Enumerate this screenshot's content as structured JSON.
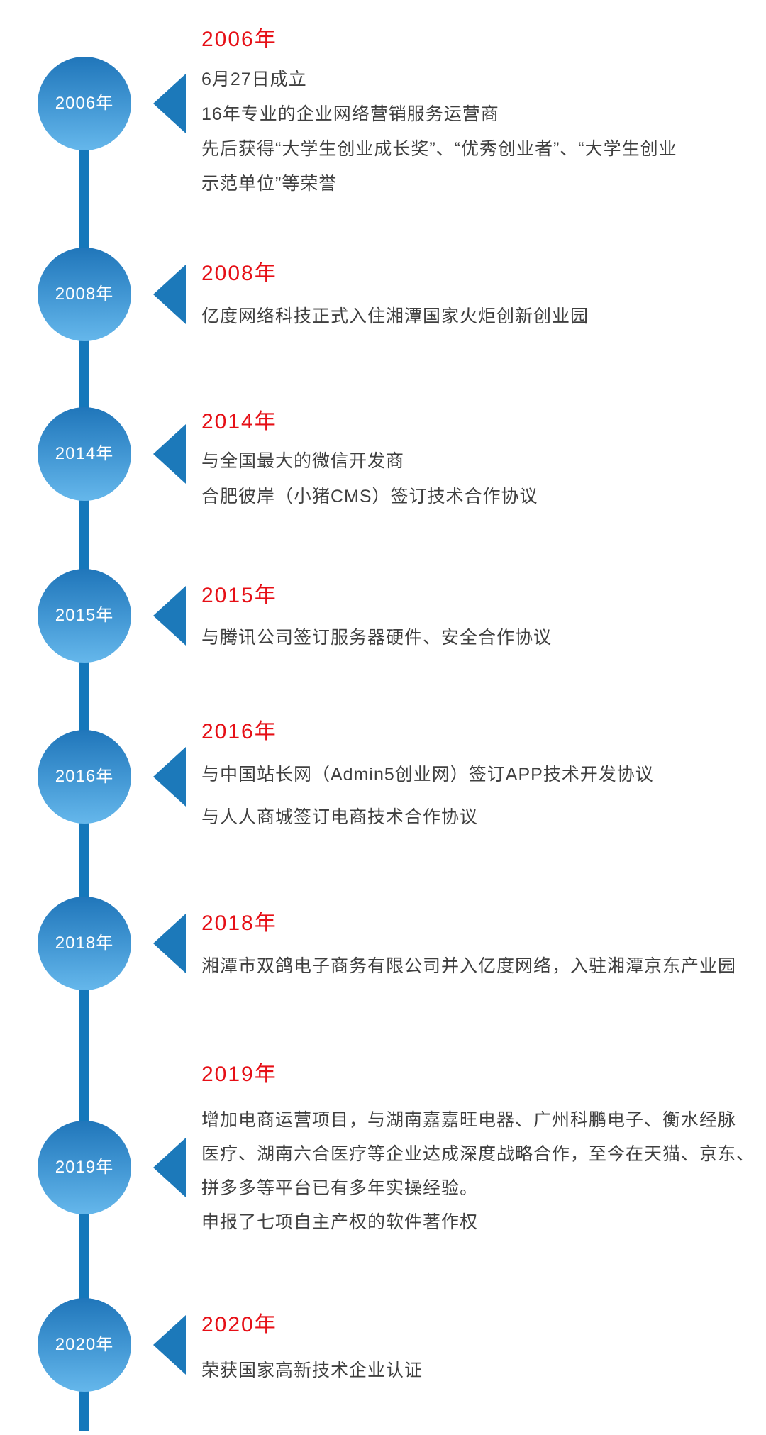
{
  "colors": {
    "timeline_line": "#1578bb",
    "triangle": "#1c79ba",
    "circle_gradient_top": "#2076ba",
    "circle_gradient_mid": "#4196d3",
    "circle_gradient_bottom": "#65b7eb",
    "heading_red": "#e60f16",
    "body_text": "#3f3f3f",
    "circle_text": "#ffffff"
  },
  "timeline": {
    "events": [
      {
        "year": "2006年",
        "heading": "2006年",
        "lines": [
          "6月27日成立",
          "16年专业的企业网络营销服务运营商",
          "先后获得“大学生创业成长奖”、“优秀创业者”、“大学生创业",
          "示范单位”等荣誉"
        ]
      },
      {
        "year": "2008年",
        "heading": "2008年",
        "lines": [
          "亿度网络科技正式入住湘潭国家火炬创新创业园"
        ]
      },
      {
        "year": "2014年",
        "heading": "2014年",
        "lines": [
          "与全国最大的微信开发商",
          "合肥彼岸（小猪CMS）签订技术合作协议"
        ]
      },
      {
        "year": "2015年",
        "heading": "2015年",
        "lines": [
          "与腾讯公司签订服务器硬件、安全合作协议"
        ]
      },
      {
        "year": "2016年",
        "heading": "2016年",
        "lines": [
          "与中国站长网（Admin5创业网）签订APP技术开发协议",
          "与人人商城签订电商技术合作协议"
        ]
      },
      {
        "year": "2018年",
        "heading": "2018年",
        "lines": [
          "湘潭市双鸽电子商务有限公司并入亿度网络，入驻湘潭京东产业园"
        ]
      },
      {
        "year": "2019年",
        "heading": "2019年",
        "lines": [
          "增加电商运营项目，与湖南嘉嘉旺电器、广州科鹏电子、衡水经脉",
          "医疗、湖南六合医疗等企业达成深度战略合作，至今在天猫、京东、",
          "拼多多等平台已有多年实操经验。",
          "申报了七项自主产权的软件著作权"
        ]
      },
      {
        "year": "2020年",
        "heading": "2020年",
        "lines": [
          "荣获国家高新技术企业认证"
        ]
      }
    ]
  }
}
